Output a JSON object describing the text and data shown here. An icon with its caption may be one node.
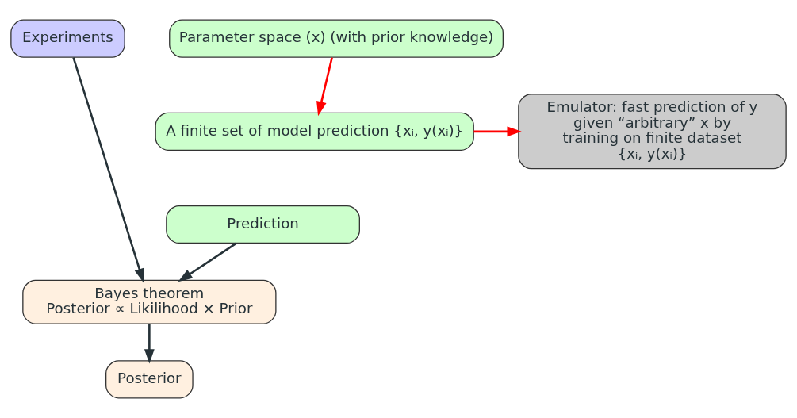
{
  "diagram": {
    "nodes": [
      {
        "text": [
          "Emulator: fast prediction of y given “arbitrary” x by training on finite dataset {xᵢ, y(xᵢ)}"
        ]
      },
      {
        "text": [
          "Parameter space (x) (with prior knowledge)"
        ]
      },
      {
        "text": [
          "Experiments"
        ]
      },
      {
        "text": [
          "A finite set of model prediction {xᵢ, y(xᵢ)}"
        ]
      },
      {
        "text": [
          "Prediction"
        ]
      },
      {
        "text": [
          "Bayes theorem",
          "Posterior ∝ Likilihood × Prior"
        ]
      },
      {
        "text": [
          "Posterior"
        ]
      }
    ],
    "edges": [
      {
        "from": 1,
        "to": 3,
        "arrow": "to",
        "color": "#ff0000"
      },
      {
        "from": 3,
        "to": 0,
        "arrow": "to",
        "color": "#ff0000"
      },
      {
        "from": 2,
        "to": 5,
        "arrow": "to"
      },
      {
        "from": 4,
        "to": 5,
        "arrow": "to"
      },
      {
        "from": 5,
        "to": 6,
        "arrow": "to"
      }
    ]
  }
}
